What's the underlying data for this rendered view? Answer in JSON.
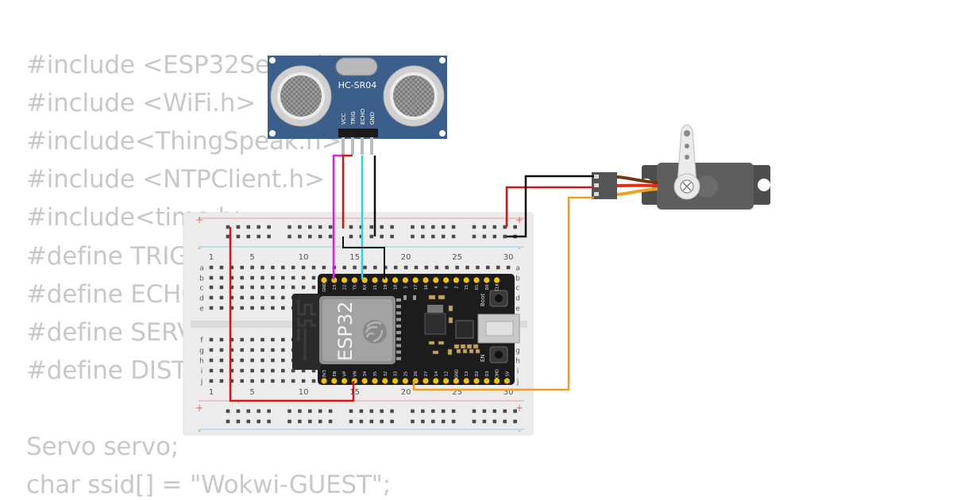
{
  "code_lines": [
    "#include <ESP32Servo.h>",
    "#include <WiFi.h>",
    "#include<ThingSpeak.h>",
    "#include <NTPClient.h>",
    "#include<time.h>",
    "#define TRIG_PIN 26",
    "#define ECHO_PIN 27",
    "#define SERVO_PIN 25",
    "#define DISTANCE",
    "",
    "Servo servo;",
    "char ssid[] = \"Wokwi-GUEST\";"
  ],
  "sensor": {
    "model": "HC-SR04",
    "pins": [
      "VCC",
      "TRIG",
      "ECHO",
      "GND"
    ]
  },
  "esp32": {
    "label": "ESP32",
    "top_pins": [
      "GND",
      "23",
      "22",
      "TX",
      "RX",
      "21",
      "19",
      "18",
      "5",
      "17",
      "16",
      "4",
      "0",
      "2",
      "15",
      "D1",
      "D0",
      "CLK"
    ],
    "bottom_pins": [
      "3V3",
      "EN",
      "VP",
      "VN",
      "34",
      "35",
      "32",
      "33",
      "25",
      "26",
      "27",
      "14",
      "12",
      "GND",
      "13",
      "D2",
      "D3",
      "CMD",
      "5V"
    ],
    "boot_label": "Boot",
    "en_label": "EN"
  },
  "breadboard": {
    "column_numbers": [
      "1",
      "5",
      "10",
      "15",
      "20",
      "25",
      "30"
    ],
    "row_letters_top": [
      "a",
      "b",
      "c",
      "d",
      "e"
    ],
    "row_letters_bottom": [
      "f",
      "g",
      "h",
      "i",
      "j"
    ],
    "plus": "+",
    "minus": "-"
  },
  "colors": {
    "wire_red": "#e01010",
    "wire_black": "#111111",
    "wire_magenta": "#e020e0",
    "wire_cyan": "#20d8e8",
    "wire_orange": "#f0a020",
    "sensor_blue": "#3c5e8a",
    "board_black": "#1c1c1c",
    "pin_gold": "#f2c400",
    "servo_gray": "#555555"
  }
}
